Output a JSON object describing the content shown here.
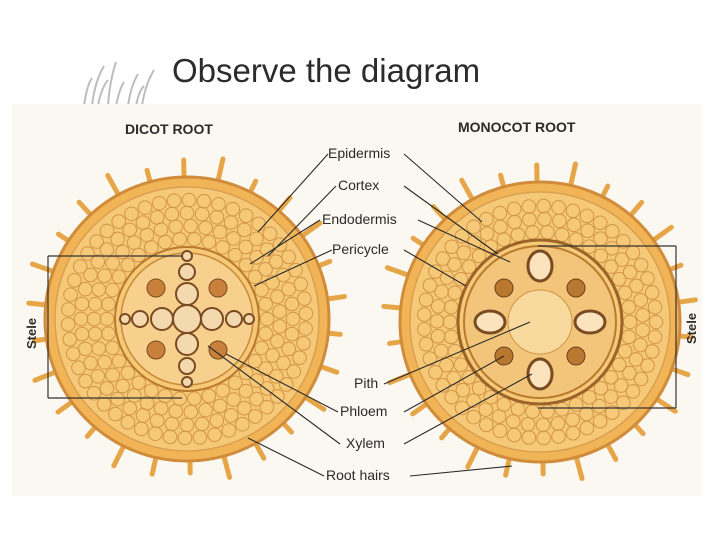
{
  "slide": {
    "title": "Observe the diagram"
  },
  "diagram": {
    "dicot_title": "DICOT ROOT",
    "monocot_title": "MONOCOT ROOT",
    "labels": {
      "epidermis": "Epidermis",
      "cortex": "Cortex",
      "endodermis": "Endodermis",
      "pericycle": "Pericycle",
      "pith": "Pith",
      "phloem": "Phloem",
      "xylem": "Xylem",
      "root_hairs": "Root hairs"
    },
    "stele_left": "Stele",
    "stele_right": "Stele"
  },
  "colors": {
    "tissue": "#f2bb5c",
    "tissue_light": "#f7cf86",
    "cell_line": "#c98a3a",
    "vascular": "#e9c79a",
    "dark": "#7a4b22",
    "leader": "#2a2a2a"
  }
}
